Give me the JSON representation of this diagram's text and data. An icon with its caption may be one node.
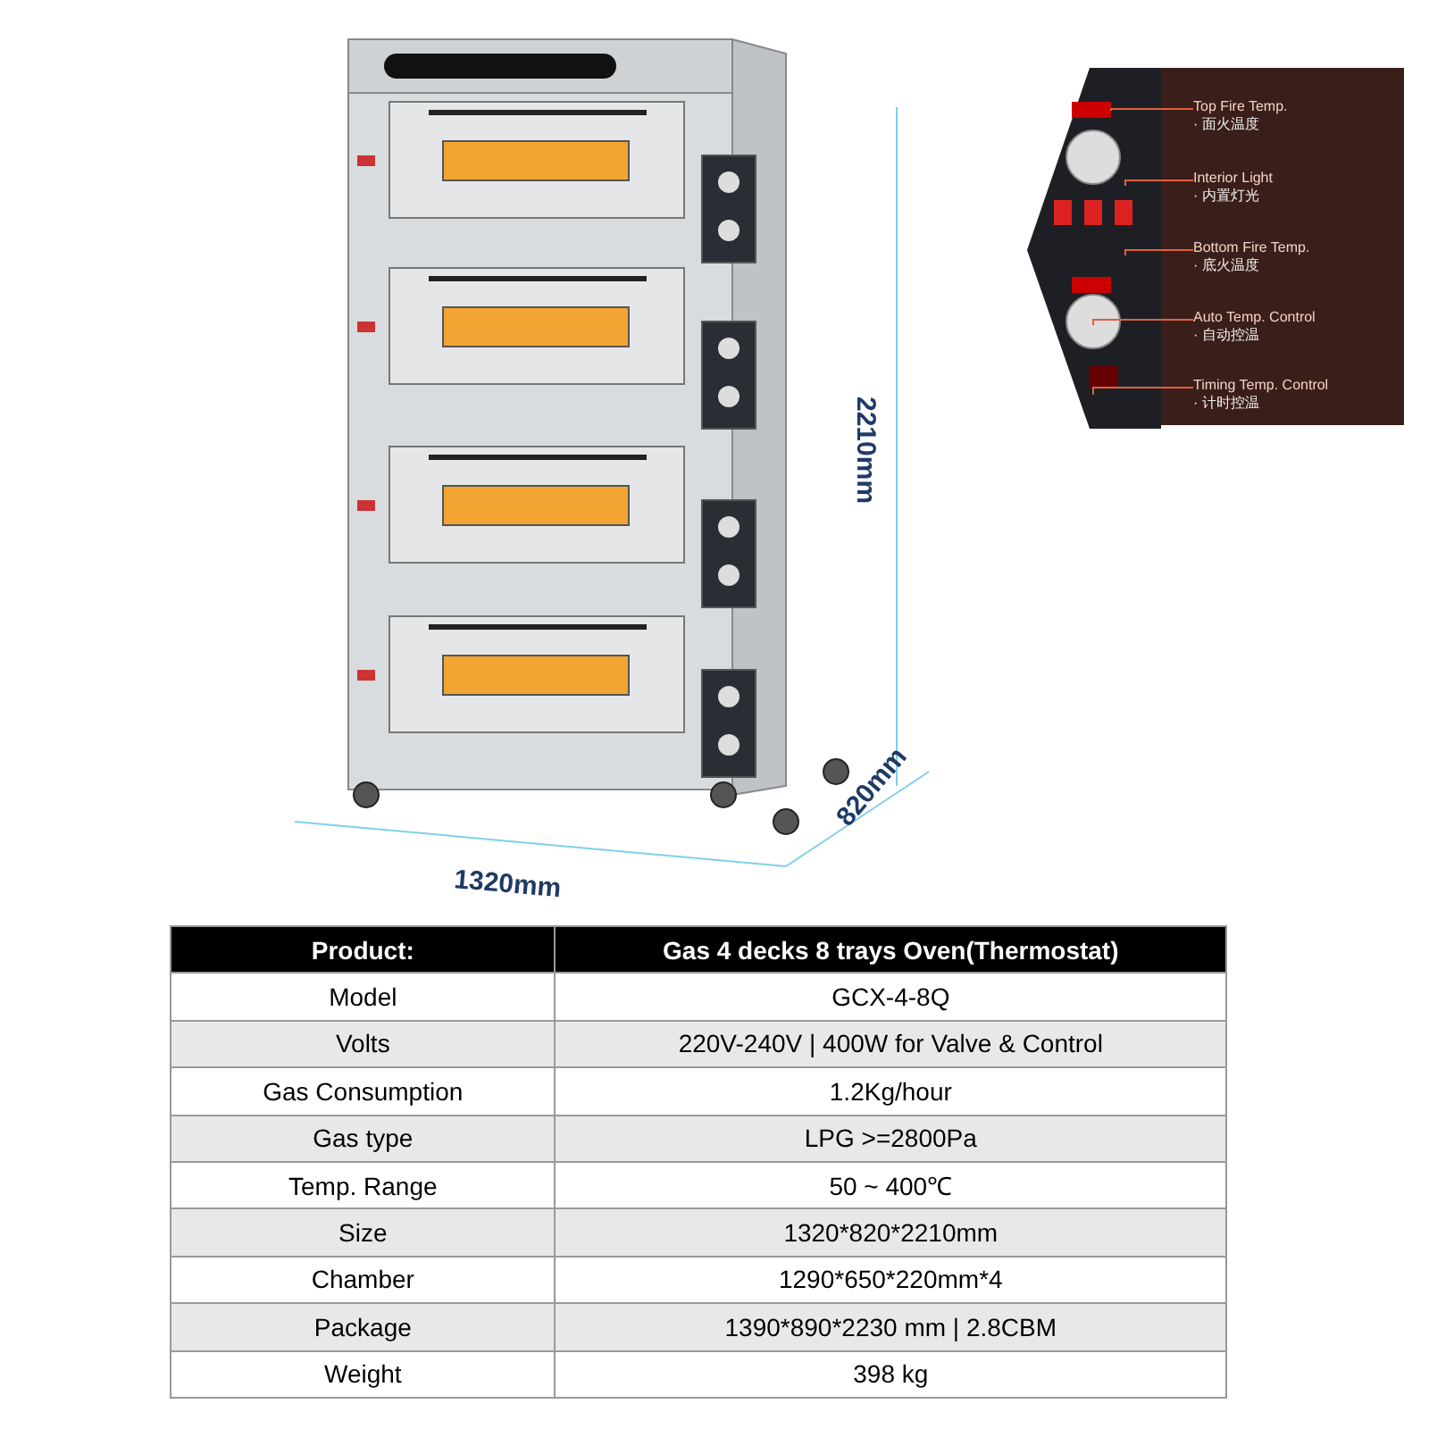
{
  "diagram": {
    "nodes": [
      {
        "text": [
          "Top Fire Temp.",
          "· 面火温度"
        ]
      },
      {
        "text": [
          "Interior Light",
          "· 内置灯光"
        ]
      },
      {
        "text": [
          "Bottom Fire Temp.",
          "· 底火温度"
        ]
      },
      {
        "text": [
          "Auto Temp. Control",
          "· 自动控温"
        ]
      },
      {
        "text": [
          "Timing Temp. Control",
          "· 计时控温"
        ]
      }
    ],
    "edges": [
      {
        "from": 0,
        "to": null,
        "arrow": "none"
      },
      {
        "from": 1,
        "to": null,
        "arrow": "none"
      },
      {
        "from": 2,
        "to": null,
        "arrow": "none"
      },
      {
        "from": 3,
        "to": null,
        "arrow": "none"
      },
      {
        "from": 4,
        "to": null,
        "arrow": "none"
      }
    ],
    "labels": [
      "2210mm",
      "1320mm",
      "820mm",
      "Product:",
      "Gas 4 decks 8 trays Oven(Thermostat)",
      "Model",
      "GCX-4-8Q",
      "Volts",
      "220V-240V | 400W for Valve & Control",
      "Gas Consumption",
      "1.2Kg/hour",
      "Gas type",
      "LPG >=2800Pa",
      "Temp. Range",
      "50 ~ 400℃",
      "Size",
      "1320*820*2210mm",
      "Chamber",
      "1290*650*220mm*4",
      "Package",
      "1390*890*2230 mm | 2.8CBM",
      "Weight",
      "398 kg"
    ]
  }
}
